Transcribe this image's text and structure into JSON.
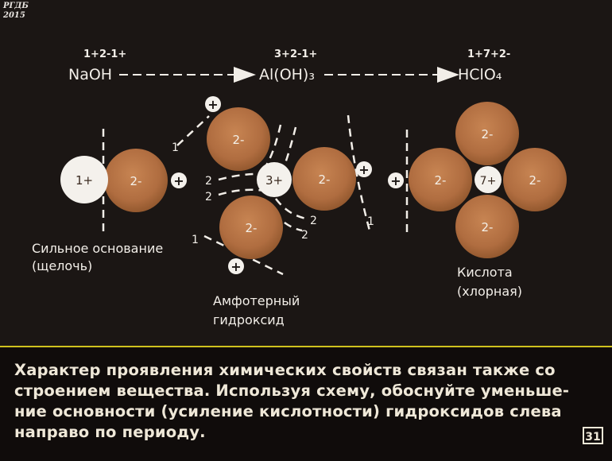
{
  "watermark": {
    "line1": "РГДБ",
    "line2": "2015"
  },
  "formulas": [
    {
      "charges": "1+2-1+",
      "formula": "NaOH"
    },
    {
      "charges": "3+2-1+",
      "formula": "Al(OH)₃"
    },
    {
      "charges": "1+7+2-",
      "formula": "HClO₄"
    }
  ],
  "ions": {
    "cation_na": "1+",
    "cation_al": "3+",
    "cation_cl": "7+",
    "oxygen": "2-",
    "proton": "+",
    "bond_one": "1",
    "bond_two": "2"
  },
  "labels": {
    "base_line1": "Сильное основание",
    "base_line2": "(щелочь)",
    "amph_line1": "Амфотерный",
    "amph_line2": "гидроксид",
    "acid_line1": "Кислота",
    "acid_line2": "(хлорная)"
  },
  "caption": [
    "Характер проявления химических свойств связан также со",
    "строением вещества. Используя схему, обоснуйте уменьше-",
    "ние основности (усиление кислотности) гидроксидов слева",
    "направо по периоду."
  ],
  "slide_number": "31",
  "colors": {
    "background": "#1b1614",
    "oxygen": "#b57446",
    "cation": "#f4f1ec",
    "accent_line": "#cfc21e",
    "text": "#efe8d8"
  }
}
